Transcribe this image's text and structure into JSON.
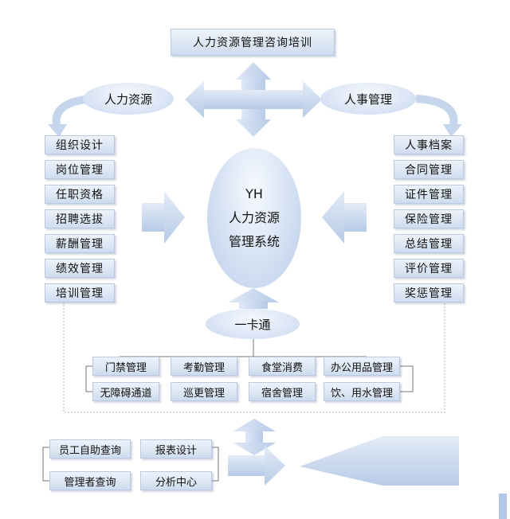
{
  "top_title": "人力资源管理咨询培训",
  "left_ellipse": "人力资源",
  "right_ellipse": "人事管理",
  "center": {
    "line1": "YH",
    "line2": "人力资源",
    "line3": "管理系统"
  },
  "left_items": [
    "组织设计",
    "岗位管理",
    "任职资格",
    "招聘选拔",
    "薪酬管理",
    "绩效管理",
    "培训管理"
  ],
  "right_items": [
    "人事档案",
    "合同管理",
    "证件管理",
    "保险管理",
    "总结管理",
    "评价管理",
    "奖惩管理"
  ],
  "card_ellipse": "一卡通",
  "card_row1": [
    "门禁管理",
    "考勤管理",
    "食堂消费",
    "办公用品管理"
  ],
  "card_row2": [
    "无障碍通道",
    "巡更管理",
    "宿舍管理",
    "饮、用水管理"
  ],
  "bottom_items": [
    "员工自助查询",
    "报表设计",
    "管理者查询",
    "分析中心"
  ],
  "colors": {
    "box_border": "#b9c9e2",
    "arrow_fill": "#c5d5ec",
    "dash": "#b0b0b0"
  }
}
